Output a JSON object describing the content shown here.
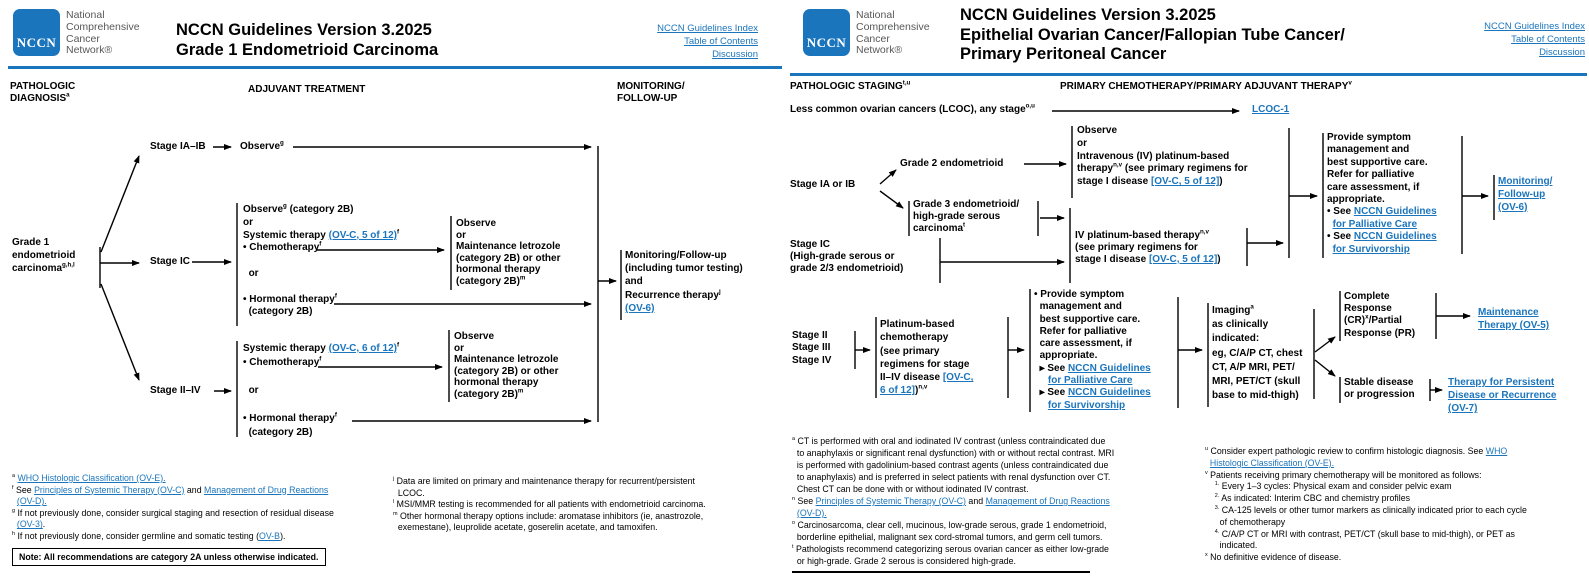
{
  "colors": {
    "nccn_blue": "#1b75bc",
    "link_blue": "#1b75bc",
    "org_gray": "#57585a",
    "text": "#000000"
  },
  "left": {
    "logo": "NCCN",
    "org": [
      "National",
      "Comprehensive",
      "Cancer",
      "Network®"
    ],
    "title": [
      "NCCN Guidelines Version 3.2025",
      "Grade 1 Endometrioid Carcinoma"
    ],
    "nav": [
      "NCCN Guidelines Index",
      "Table of Contents",
      "Discussion"
    ],
    "cols": [
      [
        "PATHOLOGIC",
        [
          {
            "t": "DIAGNOSIS"
          },
          {
            "t": "a",
            "sup": true
          }
        ]
      ],
      [
        "ADJUVANT TREATMENT"
      ],
      [
        "MONITORING/",
        "FOLLOW-UP"
      ]
    ],
    "diagnosis": [
      "Grade 1",
      "endometrioid",
      [
        {
          "t": "carcinoma"
        },
        {
          "t": "g,h,l",
          "sup": true
        }
      ]
    ],
    "stage_ia_ib": "Stage IA–IB",
    "observe": [
      [
        {
          "t": "Observe"
        },
        {
          "t": "g",
          "sup": true
        }
      ]
    ],
    "stage_ic": "Stage IC",
    "block1": [
      [
        {
          "t": "Observe"
        },
        {
          "t": "g",
          "sup": true
        },
        {
          "t": " (category 2B)"
        }
      ],
      "or",
      [
        {
          "t": "Systemic therapy "
        },
        {
          "t": "(OV-C, 5 of 12)",
          "link": true
        },
        {
          "t": "f",
          "sup": true
        }
      ],
      [
        {
          "t": "• Chemotherapy"
        },
        {
          "t": "f",
          "sup": true
        }
      ],
      " ",
      "  or",
      " ",
      [
        {
          "t": "• Hormonal therapy"
        },
        {
          "t": "f",
          "sup": true
        }
      ],
      "  (category 2B)"
    ],
    "letrozole": [
      "Observe",
      "or",
      "Maintenance letrozole",
      "(category 2B) or other",
      "hormonal therapy",
      [
        {
          "t": "(category 2B)"
        },
        {
          "t": "m",
          "sup": true
        }
      ]
    ],
    "stage_ii_iv": "Stage II–IV",
    "block2": [
      [
        {
          "t": "Systemic therapy "
        },
        {
          "t": "(OV-C, 6 of 12)",
          "link": true
        },
        {
          "t": "f",
          "sup": true
        }
      ],
      [
        {
          "t": "• Chemotherapy"
        },
        {
          "t": "f",
          "sup": true
        }
      ],
      " ",
      "  or",
      " ",
      [
        {
          "t": "• Hormonal therapy"
        },
        {
          "t": "f",
          "sup": true
        }
      ],
      "  (category 2B)"
    ],
    "monitoring": [
      "Monitoring/Follow-up",
      "(including tumor testing)",
      "and",
      [
        {
          "t": "Recurrence therapy"
        },
        {
          "t": "j",
          "sup": true
        }
      ],
      [
        {
          "t": "(OV-6)",
          "link": true
        }
      ]
    ],
    "fn1": [
      [
        {
          "t": "a",
          "sup": true
        },
        {
          "t": " "
        },
        {
          "t": "WHO Histologic Classification (OV-E).",
          "link": true
        }
      ],
      [
        {
          "t": "f",
          "sup": true
        },
        {
          "t": " See "
        },
        {
          "t": "Principles of Systemic Therapy (OV-C)",
          "link": true
        },
        {
          "t": " and "
        },
        {
          "t": "Management of Drug Reactions",
          "link": true
        }
      ],
      [
        {
          "t": "  "
        },
        {
          "t": "(OV-D).",
          "link": true
        }
      ],
      [
        {
          "t": "g",
          "sup": true
        },
        {
          "t": " If not previously done, consider surgical staging and resection of residual disease"
        }
      ],
      [
        {
          "t": "  "
        },
        {
          "t": "(OV-3)",
          "link": true
        },
        {
          "t": "."
        }
      ],
      [
        {
          "t": "h",
          "sup": true
        },
        {
          "t": " If not previously done, consider germline and somatic testing ("
        },
        {
          "t": "OV-B",
          "link": true
        },
        {
          "t": ")."
        }
      ]
    ],
    "fn2": [
      [
        {
          "t": "j",
          "sup": true
        },
        {
          "t": " Data are limited on primary and maintenance therapy for recurrent/persistent"
        }
      ],
      "  LCOC.",
      [
        {
          "t": "l",
          "sup": true
        },
        {
          "t": " MSI/MMR testing is recommended for all patients with endometrioid carcinoma."
        }
      ],
      [
        {
          "t": "m",
          "sup": true
        },
        {
          "t": " Other hormonal therapy options include: aromatase inhibitors (ie, anastrozole,"
        }
      ],
      "  exemestane), leuprolide acetate, goserelin acetate, and tamoxifen."
    ],
    "note": "Note: All recommendations are category 2A unless otherwise indicated."
  },
  "right": {
    "logo": "NCCN",
    "org": [
      "National",
      "Comprehensive",
      "Cancer",
      "Network®"
    ],
    "title": [
      "NCCN Guidelines Version 3.2025",
      "Epithelial Ovarian Cancer/Fallopian Tube Cancer/",
      "Primary Peritoneal Cancer"
    ],
    "nav": [
      "NCCN Guidelines Index",
      "Table of Contents",
      "Discussion"
    ],
    "cols": [
      [
        [
          {
            "t": "PATHOLOGIC STAGING"
          },
          {
            "t": "t,u",
            "sup": true
          }
        ]
      ],
      [
        [
          {
            "t": "PRIMARY CHEMOTHERAPY/PRIMARY ADJUVANT THERAPY"
          },
          {
            "t": "v",
            "sup": true
          }
        ]
      ]
    ],
    "lcoc": [
      [
        {
          "t": "Less common ovarian cancers (LCOC), any stage"
        },
        {
          "t": "o,u",
          "sup": true
        }
      ]
    ],
    "lcoc_link": "LCOC-1",
    "stage_ia_ib": "Stage IA or IB",
    "grade2": "Grade 2 endometrioid",
    "grade3": [
      "Grade 3 endometrioid/",
      "high-grade serous",
      [
        {
          "t": "carcinoma"
        },
        {
          "t": "t",
          "sup": true
        }
      ]
    ],
    "stage_ic": [
      "Stage IC",
      "(High-grade serous or",
      "grade 2/3 endometrioid)"
    ],
    "box1": [
      "Observe",
      "or",
      "Intravenous (IV) platinum-based",
      [
        {
          "t": "therapy"
        },
        {
          "t": "n,v",
          "sup": true
        },
        {
          "t": " (see primary regimens for"
        }
      ],
      [
        {
          "t": "stage I disease "
        },
        {
          "t": "[OV-C, 5 of 12]",
          "link": true
        },
        {
          "t": ")"
        }
      ]
    ],
    "box2": [
      [
        {
          "t": "IV platinum-based therapy"
        },
        {
          "t": "n,v",
          "sup": true
        }
      ],
      "(see primary regimens for",
      [
        {
          "t": "stage I disease "
        },
        {
          "t": "[OV-C, 5 of 12]",
          "link": true
        },
        {
          "t": ")"
        }
      ]
    ],
    "provide1": [
      "Provide symptom",
      "management and",
      "best supportive care.",
      "Refer for palliative",
      "care assessment, if",
      "appropriate.",
      [
        {
          "t": "• See "
        },
        {
          "t": "NCCN Guidelines",
          "link": true
        }
      ],
      [
        {
          "t": "  "
        },
        {
          "t": "for Palliative Care",
          "link": true
        }
      ],
      [
        {
          "t": "• See "
        },
        {
          "t": "NCCN Guidelines",
          "link": true
        }
      ],
      [
        {
          "t": "  "
        },
        {
          "t": "for Survivorship",
          "link": true
        }
      ]
    ],
    "monitor_link": [
      [
        {
          "t": "Monitoring/",
          "link": true
        }
      ],
      [
        {
          "t": "Follow-up",
          "link": true
        }
      ],
      [
        {
          "t": "(OV-6)",
          "link": true
        }
      ]
    ],
    "stage234": [
      "Stage II",
      "Stage III",
      "Stage IV"
    ],
    "platinum": [
      "Platinum-based",
      "chemotherapy",
      "(see primary",
      "regimens for stage",
      [
        {
          "t": "II–IV disease "
        },
        {
          "t": "[OV-C,",
          "link": true
        }
      ],
      [
        {
          "t": "6 of 12]",
          "link": true
        },
        {
          "t": ")"
        },
        {
          "t": "n,v",
          "sup": true
        }
      ]
    ],
    "provide2": [
      "• Provide symptom",
      "  management and",
      "  best supportive care.",
      "  Refer for palliative",
      "  care assessment, if",
      "  appropriate.",
      [
        {
          "t": "  ▸ See "
        },
        {
          "t": "NCCN Guidelines",
          "link": true
        }
      ],
      [
        {
          "t": "     "
        },
        {
          "t": "for Palliative Care",
          "link": true
        }
      ],
      [
        {
          "t": "  ▸ See "
        },
        {
          "t": "NCCN Guidelines",
          "link": true
        }
      ],
      [
        {
          "t": "     "
        },
        {
          "t": "for Survivorship",
          "link": true
        }
      ]
    ],
    "imaging": [
      [
        {
          "t": "Imaging"
        },
        {
          "t": "a",
          "sup": true
        }
      ],
      "as clinically",
      "indicated:",
      "eg, C/A/P CT, chest",
      "CT, A/P MRI, PET/",
      "MRI, PET/CT (skull",
      "base to mid-thigh)"
    ],
    "cr": [
      "Complete",
      "Response",
      [
        {
          "t": "(CR)"
        },
        {
          "t": "x",
          "sup": true
        },
        {
          "t": "/Partial"
        }
      ],
      "Response (PR)"
    ],
    "maintenance": [
      [
        {
          "t": "Maintenance",
          "link": true
        }
      ],
      [
        {
          "t": "Therapy (OV-5)",
          "link": true
        }
      ]
    ],
    "stable": [
      "Stable disease",
      "or progression"
    ],
    "persistent": [
      [
        {
          "t": "Therapy for Persistent",
          "link": true
        }
      ],
      [
        {
          "t": "Disease or Recurrence",
          "link": true
        }
      ],
      [
        {
          "t": "(OV-7)",
          "link": true
        }
      ]
    ],
    "fn1": [
      [
        {
          "t": "a",
          "sup": true
        },
        {
          "t": " CT is performed with oral and iodinated IV contrast (unless contraindicated due"
        }
      ],
      "  to anaphylaxis or significant renal dysfunction) with or without rectal contrast. MRI",
      "  is performed with gadolinium-based contrast agents (unless contraindicated due",
      "  to anaphylaxis) and is preferred in select patients with renal dysfunction over CT.",
      "  Chest CT can be done with or without iodinated IV contrast.",
      [
        {
          "t": "n",
          "sup": true
        },
        {
          "t": " See "
        },
        {
          "t": "Principles of Systemic Therapy (OV-C)",
          "link": true
        },
        {
          "t": " and "
        },
        {
          "t": "Management of Drug Reactions",
          "link": true
        }
      ],
      [
        {
          "t": "  "
        },
        {
          "t": "(OV-D).",
          "link": true
        }
      ],
      [
        {
          "t": "o",
          "sup": true
        },
        {
          "t": " Carcinosarcoma, clear cell, mucinous, low-grade serous, grade 1 endometrioid,"
        }
      ],
      "  borderline epithelial, malignant sex cord-stromal tumors, and germ cell tumors.",
      [
        {
          "t": "t",
          "sup": true
        },
        {
          "t": " Pathologists recommend categorizing serous ovarian cancer as either low-grade"
        }
      ],
      "  or high-grade. Grade 2 serous is considered high-grade."
    ],
    "fn2": [
      [
        {
          "t": "u",
          "sup": true
        },
        {
          "t": " Consider expert pathologic review to confirm histologic diagnosis. See "
        },
        {
          "t": "WHO",
          "link": true
        }
      ],
      [
        {
          "t": "  "
        },
        {
          "t": "Histologic Classification (OV-E).",
          "link": true
        }
      ],
      [
        {
          "t": "v",
          "sup": true
        },
        {
          "t": " Patients receiving primary chemotherapy will be monitored as follows:"
        }
      ],
      [
        {
          "t": "    "
        },
        {
          "t": "1.",
          "sup": true
        },
        {
          "t": " Every 1–3 cycles: Physical exam and consider pelvic exam"
        }
      ],
      [
        {
          "t": "    "
        },
        {
          "t": "2.",
          "sup": true
        },
        {
          "t": " As indicated: Interim CBC and chemistry profiles"
        }
      ],
      [
        {
          "t": "    "
        },
        {
          "t": "3.",
          "sup": true
        },
        {
          "t": " CA-125 levels or other tumor markers as clinically indicated prior to each cycle"
        }
      ],
      "      of chemotherapy",
      [
        {
          "t": "    "
        },
        {
          "t": "4.",
          "sup": true
        },
        {
          "t": " C/A/P CT or MRI with contrast, PET/CT (skull base to mid-thigh), or PET as"
        }
      ],
      "      indicated.",
      [
        {
          "t": "x",
          "sup": true
        },
        {
          "t": " No definitive evidence of disease."
        }
      ]
    ]
  }
}
